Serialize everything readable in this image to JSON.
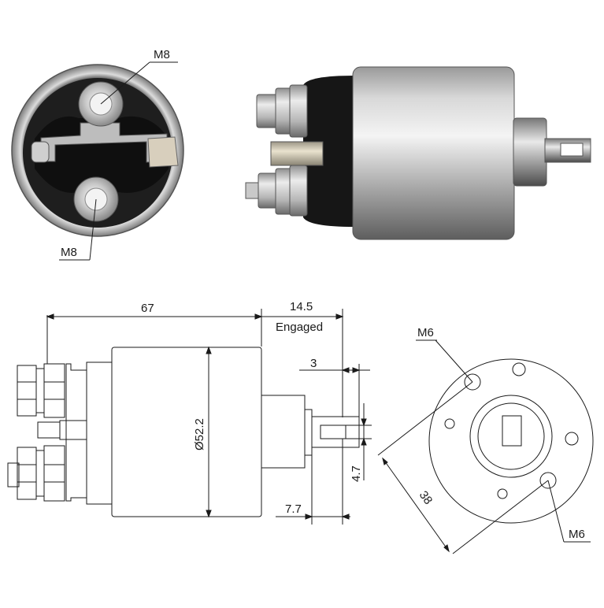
{
  "callouts": {
    "top_front_upper": "M8",
    "top_front_lower": "M8",
    "rear_upper": "M6",
    "rear_lower": "M6"
  },
  "dimensions": {
    "body_length": "67",
    "plunger_travel": "14.5",
    "plunger_state": "Engaged",
    "slot_offset": "3",
    "body_diameter": "Ø52.2",
    "slot_width": "4.7",
    "tab_length": "7.7",
    "bolt_circle": "38"
  },
  "colors": {
    "line": "#1a1a1a",
    "steel_light": "#e6e6e6",
    "steel_dark": "#6e6e6e",
    "bakelite": "#161616",
    "brass": "#c9c2b0"
  }
}
